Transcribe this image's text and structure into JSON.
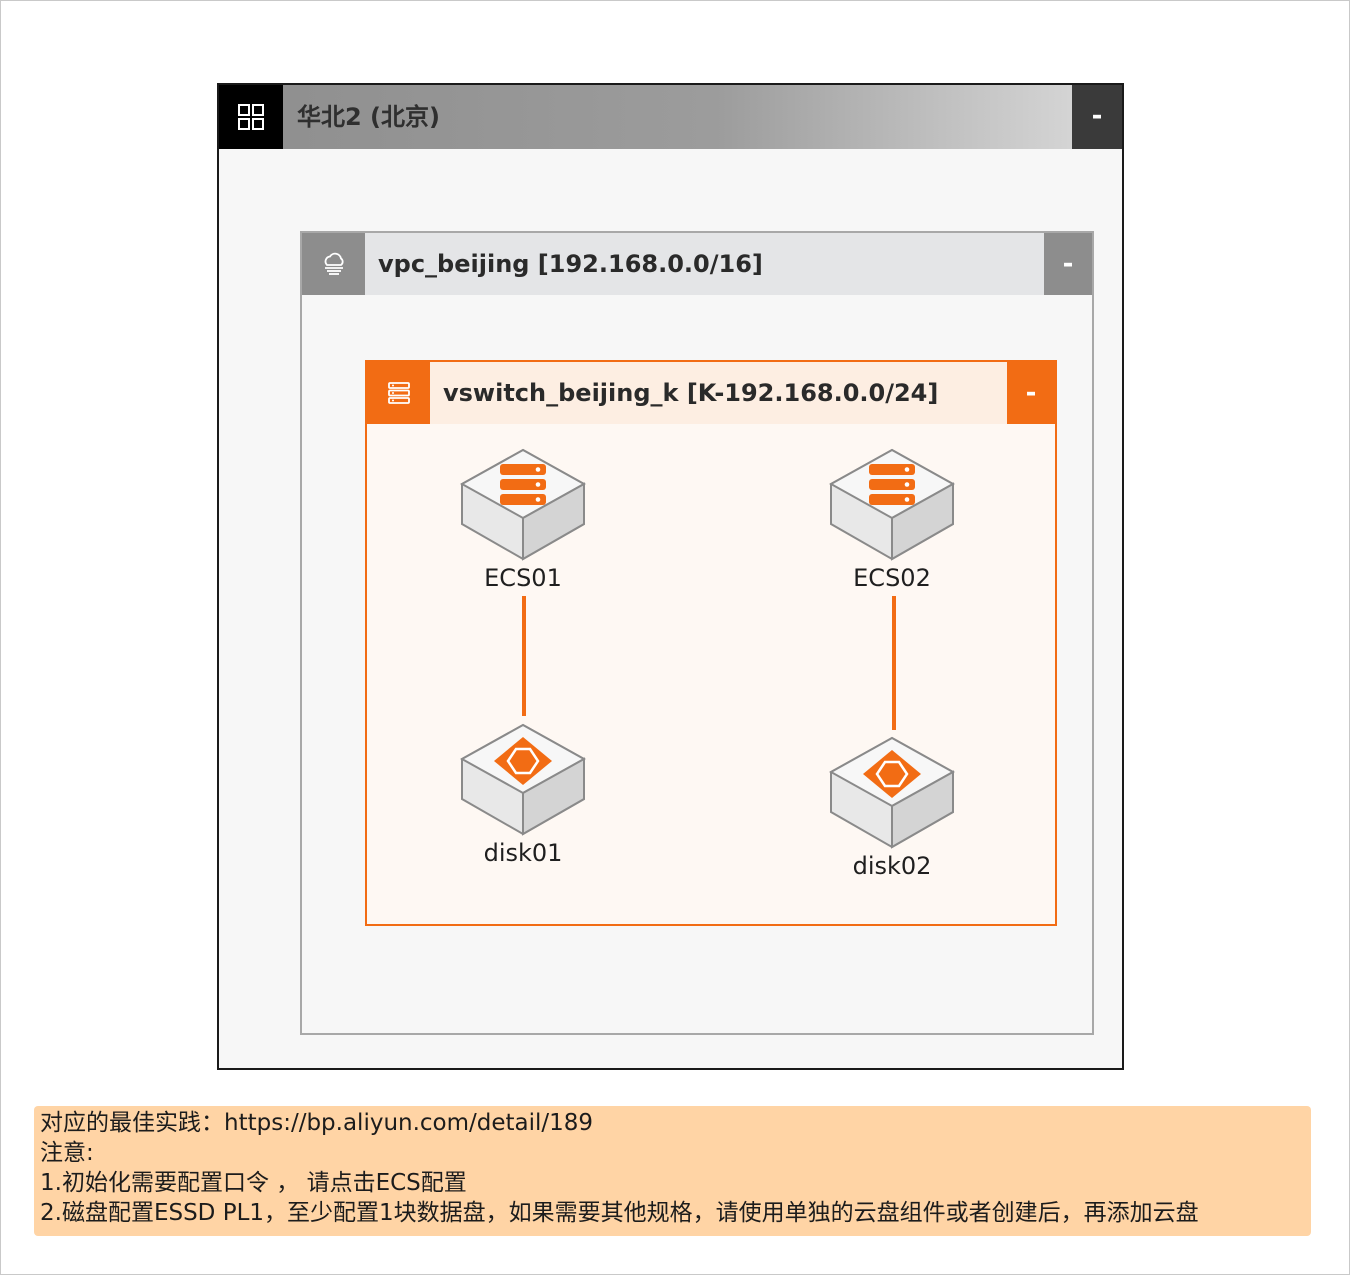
{
  "region": {
    "title": "华北2 (北京)",
    "icon": "grid-icon",
    "collapse_label": "-"
  },
  "vpc": {
    "title": "vpc_beijing [192.168.0.0/16]",
    "icon": "cloud-icon",
    "collapse_label": "-"
  },
  "vswitch": {
    "title": "vswitch_beijing_k [K-192.168.0.0/24]",
    "icon": "switch-icon",
    "collapse_label": "-"
  },
  "nodes": {
    "ecs01": {
      "label": "ECS01",
      "icon": "ecs-server-icon"
    },
    "ecs02": {
      "label": "ECS02",
      "icon": "ecs-server-icon"
    },
    "disk01": {
      "label": "disk01",
      "icon": "disk-icon"
    },
    "disk02": {
      "label": "disk02",
      "icon": "disk-icon"
    }
  },
  "links": [
    {
      "from": "ECS01",
      "to": "disk01"
    },
    {
      "from": "ECS02",
      "to": "disk02"
    }
  ],
  "notes": {
    "line1": "对应的最佳实践：https://bp.aliyun.com/detail/189",
    "line2": "注意:",
    "line3": "1.初始化需要配置口令 ，  请点击ECS配置",
    "line4": "2.磁盘配置ESSD PL1，至少配置1块数据盘，如果需要其他规格，请使用单独的云盘组件或者创建后，再添加云盘"
  },
  "colors": {
    "accent": "#f26c14",
    "vswitch_bg": "#fef8f3",
    "notes_bg": "#ffd4a5",
    "region_icon_bg": "#000000",
    "vpc_icon_bg": "#8d8d8d"
  }
}
